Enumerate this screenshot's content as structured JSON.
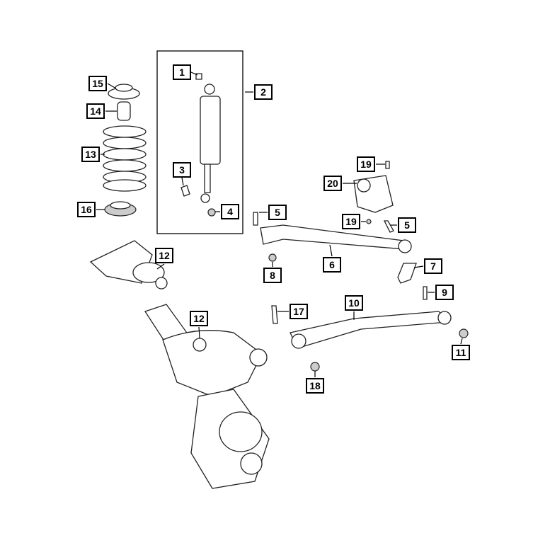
{
  "diagram": {
    "callouts": [
      {
        "id": "c1",
        "label": "1"
      },
      {
        "id": "c2",
        "label": "2"
      },
      {
        "id": "c3",
        "label": "3"
      },
      {
        "id": "c4",
        "label": "4"
      },
      {
        "id": "c5a",
        "label": "5"
      },
      {
        "id": "c5b",
        "label": "5"
      },
      {
        "id": "c6",
        "label": "6"
      },
      {
        "id": "c7",
        "label": "7"
      },
      {
        "id": "c8",
        "label": "8"
      },
      {
        "id": "c9",
        "label": "9"
      },
      {
        "id": "c10",
        "label": "10"
      },
      {
        "id": "c11",
        "label": "11"
      },
      {
        "id": "c12a",
        "label": "12"
      },
      {
        "id": "c12b",
        "label": "12"
      },
      {
        "id": "c13",
        "label": "13"
      },
      {
        "id": "c14",
        "label": "14"
      },
      {
        "id": "c15",
        "label": "15"
      },
      {
        "id": "c16",
        "label": "16"
      },
      {
        "id": "c17",
        "label": "17"
      },
      {
        "id": "c18",
        "label": "18"
      },
      {
        "id": "c19a",
        "label": "19"
      },
      {
        "id": "c19b",
        "label": "19"
      },
      {
        "id": "c20",
        "label": "20"
      }
    ]
  }
}
